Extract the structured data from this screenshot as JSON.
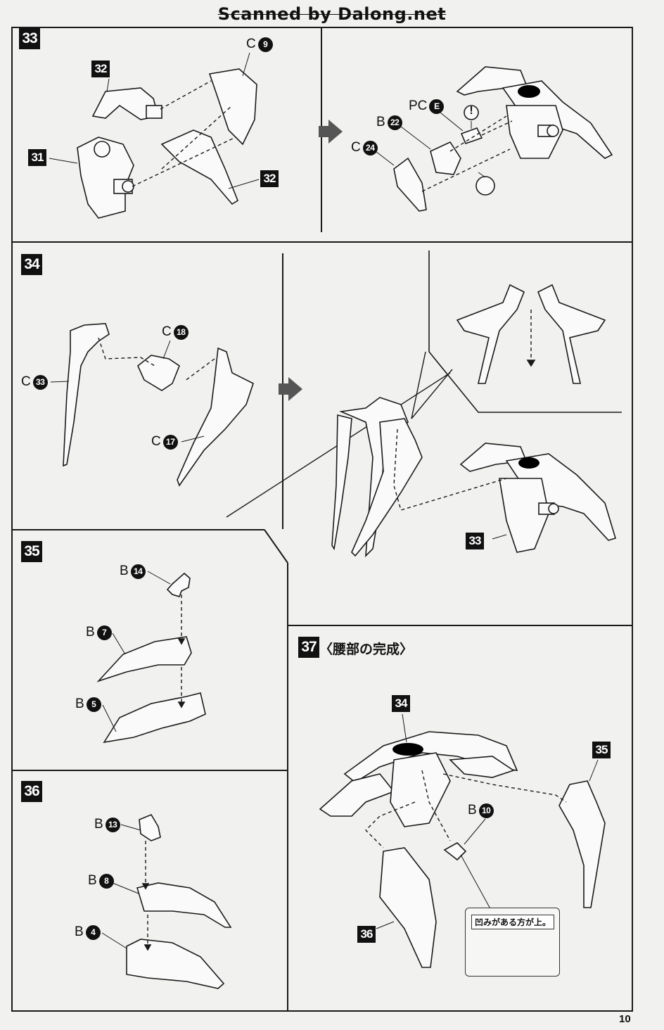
{
  "watermark": "Scanned by Dalong.net",
  "page_number": "10",
  "steps": {
    "s33": {
      "number": "33",
      "refs": {
        "a": "32",
        "b": "31",
        "c": "32"
      },
      "parts": {
        "c9": {
          "letter": "C",
          "num": "9"
        },
        "pce": {
          "letter": "PC",
          "num": "E"
        },
        "b22": {
          "letter": "B",
          "num": "22"
        },
        "c24": {
          "letter": "C",
          "num": "24"
        }
      },
      "caution_mark": "!"
    },
    "s34": {
      "number": "34",
      "refs": {
        "a": "33"
      },
      "parts": {
        "c33": {
          "letter": "C",
          "num": "33"
        },
        "c18": {
          "letter": "C",
          "num": "18"
        },
        "c17": {
          "letter": "C",
          "num": "17"
        }
      }
    },
    "s35": {
      "number": "35",
      "parts": {
        "b14": {
          "letter": "B",
          "num": "14"
        },
        "b7": {
          "letter": "B",
          "num": "7"
        },
        "b5": {
          "letter": "B",
          "num": "5"
        }
      }
    },
    "s36": {
      "number": "36",
      "parts": {
        "b13": {
          "letter": "B",
          "num": "13"
        },
        "b8": {
          "letter": "B",
          "num": "8"
        },
        "b4": {
          "letter": "B",
          "num": "4"
        }
      }
    },
    "s37": {
      "number": "37",
      "title": "〈腰部の完成〉",
      "refs": {
        "a": "34",
        "b": "35",
        "c": "36"
      },
      "parts": {
        "b10": {
          "letter": "B",
          "num": "10"
        }
      },
      "note": "凹みがある方が上。"
    }
  }
}
